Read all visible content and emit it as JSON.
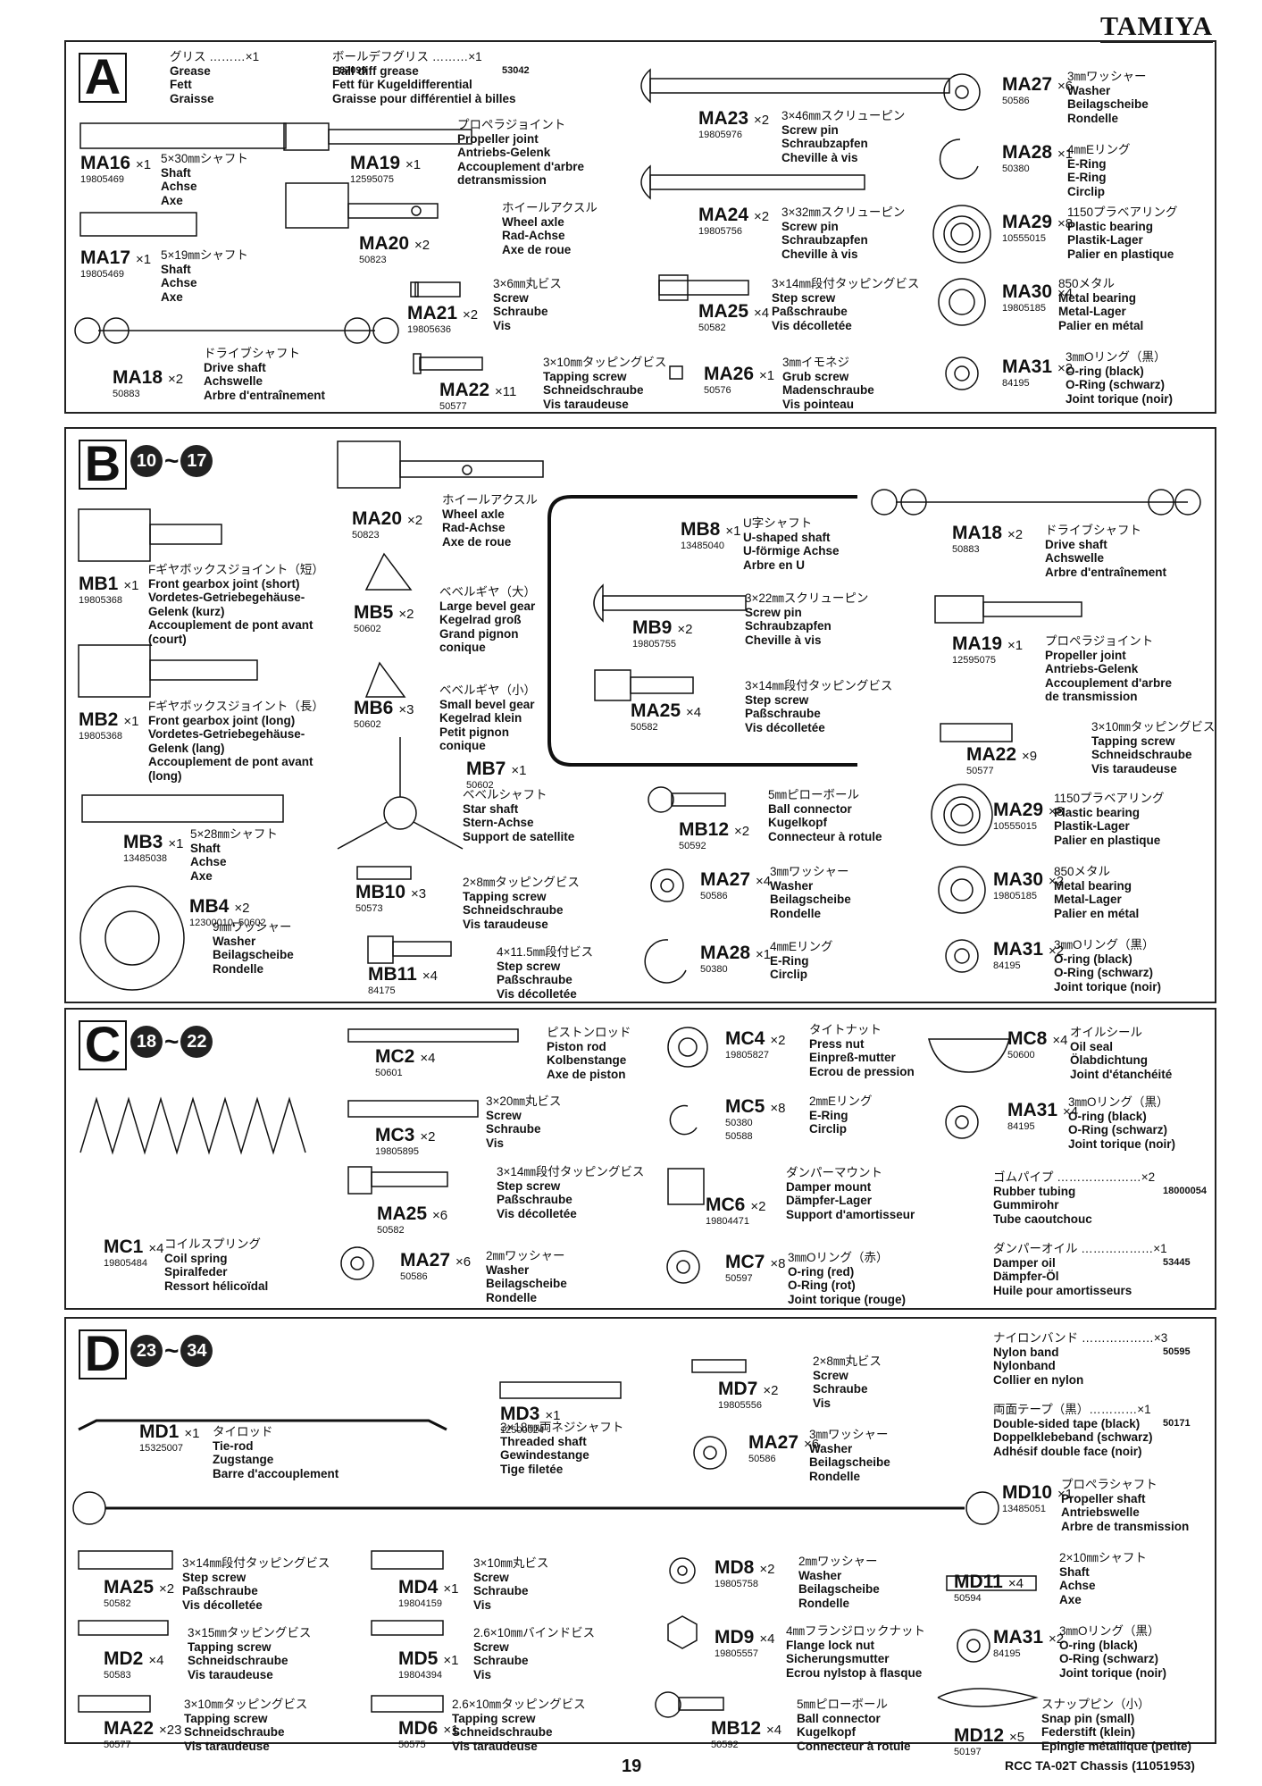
{
  "brand": "TAMIYA",
  "footer": {
    "page": "19",
    "title": "RCC TA-02T Chassis (11051953)"
  },
  "sections": [
    {
      "letter": "A",
      "steps": null
    },
    {
      "letter": "B",
      "steps": [
        "10",
        "17"
      ]
    },
    {
      "letter": "C",
      "steps": [
        "18",
        "22"
      ]
    },
    {
      "letter": "D",
      "steps": [
        "23",
        "34"
      ]
    }
  ],
  "parts": {
    "A": [
      {
        "code": "",
        "qty": "",
        "no": "",
        "lines": [
          "グリス ………×1",
          "Grease",
          "Fett",
          "Graisse"
        ],
        "extra": "87099"
      },
      {
        "code": "",
        "qty": "",
        "no": "",
        "lines": [
          "ボールデフグリス ………×1",
          "Ball diff grease",
          "Fett für Kugeldifferential",
          "Graisse pour différentiel à billes"
        ],
        "extra": "53042"
      },
      {
        "code": "MA16",
        "qty": "×1",
        "no": "19805469",
        "lines": [
          "5×30㎜シャフト",
          "Shaft",
          "Achse",
          "Axe"
        ]
      },
      {
        "code": "MA17",
        "qty": "×1",
        "no": "19805469",
        "lines": [
          "5×19㎜シャフト",
          "Shaft",
          "Achse",
          "Axe"
        ]
      },
      {
        "code": "MA18",
        "qty": "×2",
        "no": "50883",
        "lines": [
          "ドライブシャフト",
          "Drive shaft",
          "Achswelle",
          "Arbre d'entraînement"
        ]
      },
      {
        "code": "MA19",
        "qty": "×1",
        "no": "12595075",
        "lines": [
          "プロペラジョイント",
          "Propeller joint",
          "Antriebs-Gelenk",
          "Accouplement d'arbre",
          "detransmission"
        ]
      },
      {
        "code": "MA20",
        "qty": "×2",
        "no": "50823",
        "lines": [
          "ホイールアクスル",
          "Wheel axle",
          "Rad-Achse",
          "Axe de roue"
        ]
      },
      {
        "code": "MA21",
        "qty": "×2",
        "no": "19805636",
        "lines": [
          "3×6㎜丸ビス",
          "Screw",
          "Schraube",
          "Vis"
        ]
      },
      {
        "code": "MA22",
        "qty": "×11",
        "no": "50577",
        "lines": [
          "3×10㎜タッピングビス",
          "Tapping screw",
          "Schneidschraube",
          "Vis taraudeuse"
        ]
      },
      {
        "code": "MA23",
        "qty": "×2",
        "no": "19805976",
        "lines": [
          "3×46㎜スクリューピン",
          "Screw pin",
          "Schraubzapfen",
          "Cheville à vis"
        ]
      },
      {
        "code": "MA24",
        "qty": "×2",
        "no": "19805756",
        "lines": [
          "3×32㎜スクリューピン",
          "Screw pin",
          "Schraubzapfen",
          "Cheville à vis"
        ]
      },
      {
        "code": "MA25",
        "qty": "×4",
        "no": "50582",
        "lines": [
          "3×14㎜段付タッピングビス",
          "Step screw",
          "Paßschraube",
          "Vis décolletée"
        ]
      },
      {
        "code": "MA26",
        "qty": "×1",
        "no": "50576",
        "lines": [
          "3㎜イモネジ",
          "Grub screw",
          "Madenschraube",
          "Vis pointeau"
        ]
      },
      {
        "code": "MA27",
        "qty": "×6",
        "no": "50586",
        "lines": [
          "3㎜ワッシャー",
          "Washer",
          "Beilagscheibe",
          "Rondelle"
        ]
      },
      {
        "code": "MA28",
        "qty": "×1",
        "no": "50380",
        "lines": [
          "4㎜Eリング",
          "E-Ring",
          "E-Ring",
          "Circlip"
        ]
      },
      {
        "code": "MA29",
        "qty": "×8",
        "no": "10555015",
        "lines": [
          "1150プラベアリング",
          "Plastic bearing",
          "Plastik-Lager",
          "Palier en plastique"
        ]
      },
      {
        "code": "MA30",
        "qty": "×4",
        "no": "19805185",
        "lines": [
          "850メタル",
          "Metal bearing",
          "Metal-Lager",
          "Palier en métal"
        ]
      },
      {
        "code": "MA31",
        "qty": "×2",
        "no": "84195",
        "lines": [
          "3㎜Oリング（黒）",
          "O-ring (black)",
          "O-Ring (schwarz)",
          "Joint torique (noir)"
        ]
      }
    ],
    "B": [
      {
        "code": "MB1",
        "qty": "×1",
        "no": "19805368",
        "lines": [
          "Fギヤボックスジョイント（短）",
          "Front gearbox joint (short)",
          "Vordetes-Getriebegehäuse-",
          "Gelenk (kurz)",
          "Accouplement de pont avant",
          "(court)"
        ]
      },
      {
        "code": "MB2",
        "qty": "×1",
        "no": "19805368",
        "lines": [
          "Fギヤボックスジョイント（長）",
          "Front gearbox joint (long)",
          "Vordetes-Getriebegehäuse-",
          "Gelenk (lang)",
          "Accouplement de pont avant",
          "(long)"
        ]
      },
      {
        "code": "MB3",
        "qty": "×1",
        "no": "13485038",
        "lines": [
          "5×28㎜シャフト",
          "Shaft",
          "Achse",
          "Axe"
        ]
      },
      {
        "code": "MB4",
        "qty": "×2",
        "no": "12300010, 50602",
        "lines": [
          "9㎜ワッシャー",
          "Washer",
          "Beilagscheibe",
          "Rondelle"
        ]
      },
      {
        "code": "MA20",
        "qty": "×2",
        "no": "50823",
        "lines": [
          "ホイールアクスル",
          "Wheel axle",
          "Rad-Achse",
          "Axe de roue"
        ]
      },
      {
        "code": "MB5",
        "qty": "×2",
        "no": "50602",
        "lines": [
          "ベベルギヤ（大）",
          "Large bevel gear",
          "Kegelrad groß",
          "Grand pignon",
          "conique"
        ]
      },
      {
        "code": "MB6",
        "qty": "×3",
        "no": "50602",
        "lines": [
          "ベベルギヤ（小）",
          "Small bevel gear",
          "Kegelrad klein",
          "Petit pignon",
          "conique"
        ]
      },
      {
        "code": "MB7",
        "qty": "×1",
        "no": "50602",
        "lines": [
          "ベベルシャフト",
          "Star shaft",
          "Stern-Achse",
          "Support de satellite"
        ]
      },
      {
        "code": "MB10",
        "qty": "×3",
        "no": "50573",
        "lines": [
          "2×8㎜タッピングビス",
          "Tapping screw",
          "Schneidschraube",
          "Vis taraudeuse"
        ]
      },
      {
        "code": "MB11",
        "qty": "×4",
        "no": "84175",
        "lines": [
          "4×11.5㎜段付ビス",
          "Step screw",
          "Paßschraube",
          "Vis décolletée"
        ]
      },
      {
        "code": "MB8",
        "qty": "×1",
        "no": "13485040",
        "lines": [
          "U字シャフト",
          "U-shaped shaft",
          "U-förmige Achse",
          "Arbre en U"
        ]
      },
      {
        "code": "MB9",
        "qty": "×2",
        "no": "19805755",
        "lines": [
          "3×22㎜スクリューピン",
          "Screw pin",
          "Schraubzapfen",
          "Cheville à vis"
        ]
      },
      {
        "code": "MA25",
        "qty": "×4",
        "no": "50582",
        "lines": [
          "3×14㎜段付タッピングビス",
          "Step screw",
          "Paßschraube",
          "Vis décolletée"
        ]
      },
      {
        "code": "MB12",
        "qty": "×2",
        "no": "50592",
        "lines": [
          "5㎜ピローボール",
          "Ball connector",
          "Kugelkopf",
          "Connecteur à rotule"
        ]
      },
      {
        "code": "MA27",
        "qty": "×4",
        "no": "50586",
        "lines": [
          "3㎜ワッシャー",
          "Washer",
          "Beilagscheibe",
          "Rondelle"
        ]
      },
      {
        "code": "MA28",
        "qty": "×1",
        "no": "50380",
        "lines": [
          "4㎜Eリング",
          "E-Ring",
          "Circlip"
        ]
      },
      {
        "code": "MA18",
        "qty": "×2",
        "no": "50883",
        "lines": [
          "ドライブシャフト",
          "Drive shaft",
          "Achswelle",
          "Arbre d'entraînement"
        ]
      },
      {
        "code": "MA19",
        "qty": "×1",
        "no": "12595075",
        "lines": [
          "プロペラジョイント",
          "Propeller joint",
          "Antriebs-Gelenk",
          "Accouplement d'arbre",
          "de transmission"
        ]
      },
      {
        "code": "MA22",
        "qty": "×9",
        "no": "50577",
        "lines": [
          "3×10㎜タッピングビス",
          "Tapping screw",
          "Schneidschraube",
          "Vis taraudeuse"
        ]
      },
      {
        "code": "MA29",
        "qty": "×8",
        "no": "10555015",
        "lines": [
          "1150プラベアリング",
          "Plastic bearing",
          "Plastik-Lager",
          "Palier en plastique"
        ]
      },
      {
        "code": "MA30",
        "qty": "×2",
        "no": "19805185",
        "lines": [
          "850メタル",
          "Metal bearing",
          "Metal-Lager",
          "Palier en métal"
        ]
      },
      {
        "code": "MA31",
        "qty": "×2",
        "no": "84195",
        "lines": [
          "3㎜Oリング（黒）",
          "O-ring (black)",
          "O-Ring (schwarz)",
          "Joint torique (noir)"
        ]
      }
    ],
    "C": [
      {
        "code": "MC1",
        "qty": "×4",
        "no": "19805484",
        "lines": [
          "コイルスプリング",
          "Coil spring",
          "Spiralfeder",
          "Ressort hélicoïdal"
        ]
      },
      {
        "code": "MC2",
        "qty": "×4",
        "no": "50601",
        "lines": [
          "ピストンロッド",
          "Piston rod",
          "Kolbenstange",
          "Axe de piston"
        ]
      },
      {
        "code": "MC3",
        "qty": "×2",
        "no": "19805895",
        "lines": [
          "3×20㎜丸ビス",
          "Screw",
          "Schraube",
          "Vis"
        ]
      },
      {
        "code": "MA25",
        "qty": "×6",
        "no": "50582",
        "lines": [
          "3×14㎜段付タッピングビス",
          "Step screw",
          "Paßschraube",
          "Vis décolletée"
        ]
      },
      {
        "code": "MA27",
        "qty": "×6",
        "no": "50586",
        "lines": [
          "2㎜ワッシャー",
          "Washer",
          "Beilagscheibe",
          "Rondelle"
        ]
      },
      {
        "code": "MC4",
        "qty": "×2",
        "no": "19805827",
        "lines": [
          "タイトナット",
          "Press nut",
          "Einpreß-mutter",
          "Ecrou de pression"
        ]
      },
      {
        "code": "MC5",
        "qty": "×8",
        "no": "50380\n50588",
        "lines": [
          "2㎜Eリング",
          "E-Ring",
          "Circlip"
        ]
      },
      {
        "code": "MC6",
        "qty": "×2",
        "no": "19804471",
        "lines": [
          "ダンパーマウント",
          "Damper mount",
          "Dämpfer-Lager",
          "Support d'amortisseur"
        ]
      },
      {
        "code": "MC7",
        "qty": "×8",
        "no": "50597",
        "lines": [
          "3㎜Oリング（赤）",
          "O-ring (red)",
          "O-Ring (rot)",
          "Joint torique (rouge)"
        ]
      },
      {
        "code": "MC8",
        "qty": "×4",
        "no": "50600",
        "lines": [
          "オイルシール",
          "Oil seal",
          "Ölabdichtung",
          "Joint d'étanchéité"
        ]
      },
      {
        "code": "MA31",
        "qty": "×4",
        "no": "84195",
        "lines": [
          "3㎜Oリング（黒）",
          "O-ring (black)",
          "O-Ring (schwarz)",
          "Joint torique (noir)"
        ]
      },
      {
        "code": "",
        "qty": "",
        "no": "",
        "lines": [
          "ゴムパイプ …………………×2",
          "Rubber tubing",
          "Gummirohr",
          "Tube caoutchouc"
        ],
        "extra": "18000054"
      },
      {
        "code": "",
        "qty": "",
        "no": "",
        "lines": [
          "ダンパーオイル ………………×1",
          "Damper oil",
          "Dämpfer-Öl",
          "Huile pour amortisseurs"
        ],
        "extra": "53445"
      }
    ],
    "D": [
      {
        "code": "MD1",
        "qty": "×1",
        "no": "15325007",
        "lines": [
          "タイロッド",
          "Tie-rod",
          "Zugstange",
          "Barre d'accouplement"
        ]
      },
      {
        "code": "MD3",
        "qty": "×1",
        "no": "12500024",
        "lines": [
          "3×18㎜両ネジシャフト",
          "Threaded shaft",
          "Gewindestange",
          "Tige filetée"
        ]
      },
      {
        "code": "MD7",
        "qty": "×2",
        "no": "19805556",
        "lines": [
          "2×8㎜丸ビス",
          "Screw",
          "Schraube",
          "Vis"
        ]
      },
      {
        "code": "MA27",
        "qty": "×6",
        "no": "50586",
        "lines": [
          "3㎜ワッシャー",
          "Washer",
          "Beilagscheibe",
          "Rondelle"
        ]
      },
      {
        "code": "",
        "qty": "",
        "no": "",
        "lines": [
          "ナイロンバンド ………………×3",
          "Nylon band",
          "Nylonband",
          "Collier en nylon"
        ],
        "extra": "50595"
      },
      {
        "code": "",
        "qty": "",
        "no": "",
        "lines": [
          "両面テープ（黒）…………×1",
          "Double-sided tape (black)",
          "Doppelklebeband (schwarz)",
          "Adhésif double face (noir)"
        ],
        "extra": "50171"
      },
      {
        "code": "MD10",
        "qty": "×1",
        "no": "13485051",
        "lines": [
          "プロペラシャフト",
          "Propeller shaft",
          "Antriebswelle",
          "Arbre de transmission"
        ]
      },
      {
        "code": "MA25",
        "qty": "×2",
        "no": "50582",
        "lines": [
          "3×14㎜段付タッピングビス",
          "Step screw",
          "Paßschraube",
          "Vis décolletée"
        ]
      },
      {
        "code": "MD2",
        "qty": "×4",
        "no": "50583",
        "lines": [
          "3×15㎜タッピングビス",
          "Tapping screw",
          "Schneidschraube",
          "Vis taraudeuse"
        ]
      },
      {
        "code": "MA22",
        "qty": "×23",
        "no": "50577",
        "lines": [
          "3×10㎜タッピングビス",
          "Tapping screw",
          "Schneidschraube",
          "Vis taraudeuse"
        ]
      },
      {
        "code": "MD4",
        "qty": "×1",
        "no": "19804159",
        "lines": [
          "3×10㎜丸ビス",
          "Screw",
          "Schraube",
          "Vis"
        ]
      },
      {
        "code": "MD5",
        "qty": "×1",
        "no": "19804394",
        "lines": [
          "2.6×10㎜バインドビス",
          "Screw",
          "Schraube",
          "Vis"
        ]
      },
      {
        "code": "MD6",
        "qty": "×1",
        "no": "50575",
        "lines": [
          "2.6×10㎜タッピングビス",
          "Tapping screw",
          "Schneidschraube",
          "Vis taraudeuse"
        ]
      },
      {
        "code": "MD8",
        "qty": "×2",
        "no": "19805758",
        "lines": [
          "2㎜ワッシャー",
          "Washer",
          "Beilagscheibe",
          "Rondelle"
        ]
      },
      {
        "code": "MD9",
        "qty": "×4",
        "no": "19805557",
        "lines": [
          "4㎜フランジロックナット",
          "Flange lock nut",
          "Sicherungsmutter",
          "Ecrou nylstop à flasque"
        ]
      },
      {
        "code": "MB12",
        "qty": "×4",
        "no": "50592",
        "lines": [
          "5㎜ピローボール",
          "Ball connector",
          "Kugelkopf",
          "Connecteur à rotule"
        ]
      },
      {
        "code": "MD11",
        "qty": "×4",
        "no": "50594",
        "lines": [
          "2×10㎜シャフト",
          "Shaft",
          "Achse",
          "Axe"
        ]
      },
      {
        "code": "MA31",
        "qty": "×2",
        "no": "84195",
        "lines": [
          "3㎜Oリング（黒）",
          "O-ring (black)",
          "O-Ring (schwarz)",
          "Joint torique (noir)"
        ]
      },
      {
        "code": "MD12",
        "qty": "×5",
        "no": "50197",
        "lines": [
          "スナップピン（小）",
          "Snap pin (small)",
          "Federstift (klein)",
          "Epingle métallique (petite)"
        ]
      }
    ]
  }
}
